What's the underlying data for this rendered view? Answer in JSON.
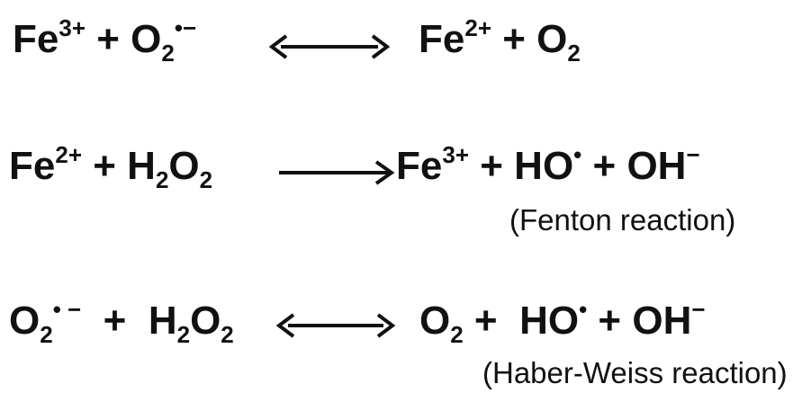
{
  "reactions": [
    {
      "left": {
        "p1": "Fe",
        "p1_sup": "3+",
        "plus": " + ",
        "p2": "O",
        "p2_sub": "2",
        "p2_sup": "•−"
      },
      "right": {
        "p1": "Fe",
        "p1_sup": "2+",
        "plus": " + ",
        "p2": "O",
        "p2_sub": "2"
      },
      "arrow": "reversible"
    },
    {
      "left": {
        "p1": "Fe",
        "p1_sup": "2+",
        "plus": " + ",
        "p2": "H",
        "p2_sub": "2",
        "p3": "O",
        "p3_sub": "2"
      },
      "right": {
        "p1": "Fe",
        "p1_sup": "3+",
        "plus1": " + ",
        "p2": "HO",
        "p2_sup": "•",
        "plus2": " + ",
        "p3": "OH",
        "p3_sup": "−"
      },
      "arrow": "forward",
      "note": "(Fenton reaction)"
    },
    {
      "left": {
        "p1": "O",
        "p1_sub": "2",
        "p1_sup": "• −",
        "plus": "  +  ",
        "p2": "H",
        "p2_sub": "2",
        "p3": "O",
        "p3_sub": "2"
      },
      "right": {
        "p1": "O",
        "p1_sub": "2",
        "plus1": " +  ",
        "p2": "HO",
        "p2_sup": "•",
        "plus2": " + ",
        "p3": "OH",
        "p3_sup": "−"
      },
      "arrow": "reversible",
      "note": "(Haber-Weiss reaction)"
    }
  ]
}
